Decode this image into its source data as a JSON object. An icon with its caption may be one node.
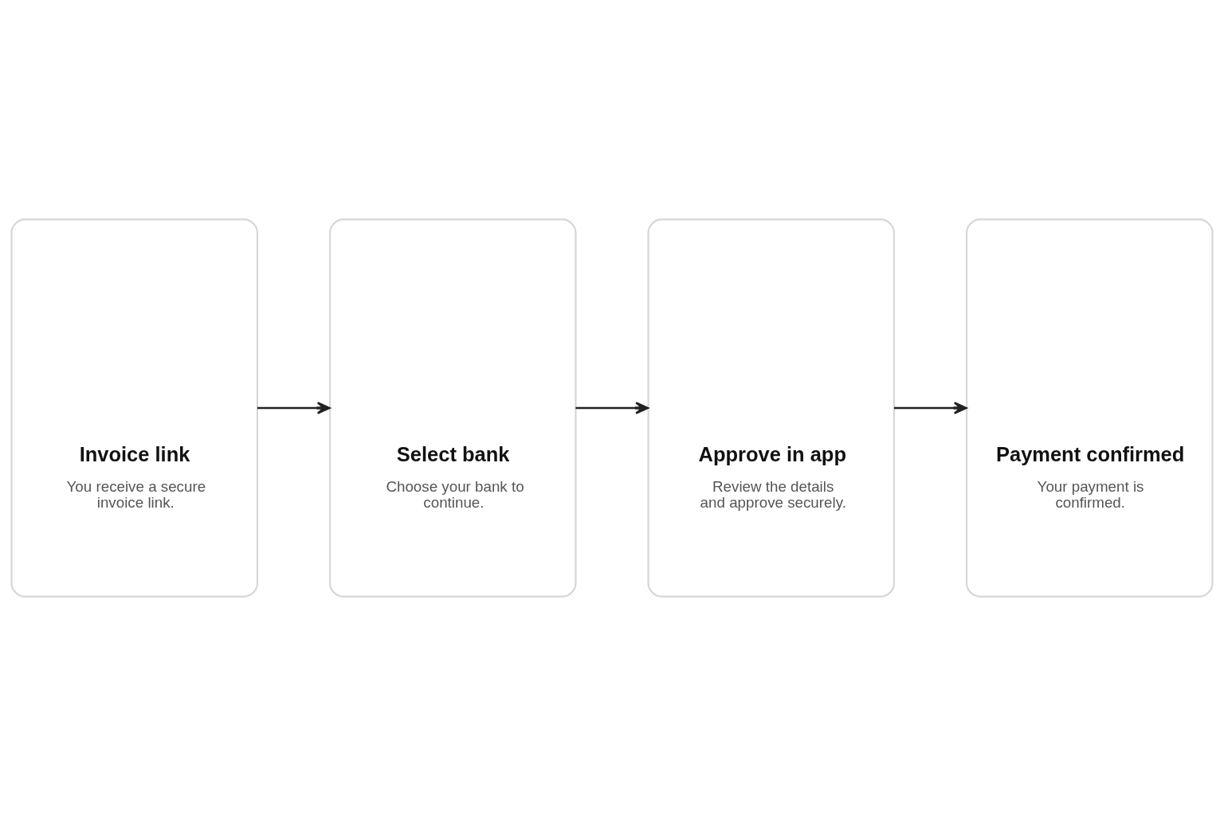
{
  "diagram": {
    "nodes": [
      {
        "text": [
          "Invoice link",
          "You receive a secure invoice link."
        ]
      },
      {
        "text": [
          "Select bank",
          "Choose your bank to continue."
        ]
      },
      {
        "text": [
          "Approve in app",
          "Review the details and approve securely."
        ]
      },
      {
        "text": [
          "Payment confirmed",
          "Your payment is confirmed."
        ]
      }
    ],
    "edges": [
      {
        "from": 0,
        "to": 1,
        "arrow": "to"
      },
      {
        "from": 1,
        "to": 2,
        "arrow": "to"
      },
      {
        "from": 2,
        "to": 3,
        "arrow": "to"
      }
    ]
  }
}
